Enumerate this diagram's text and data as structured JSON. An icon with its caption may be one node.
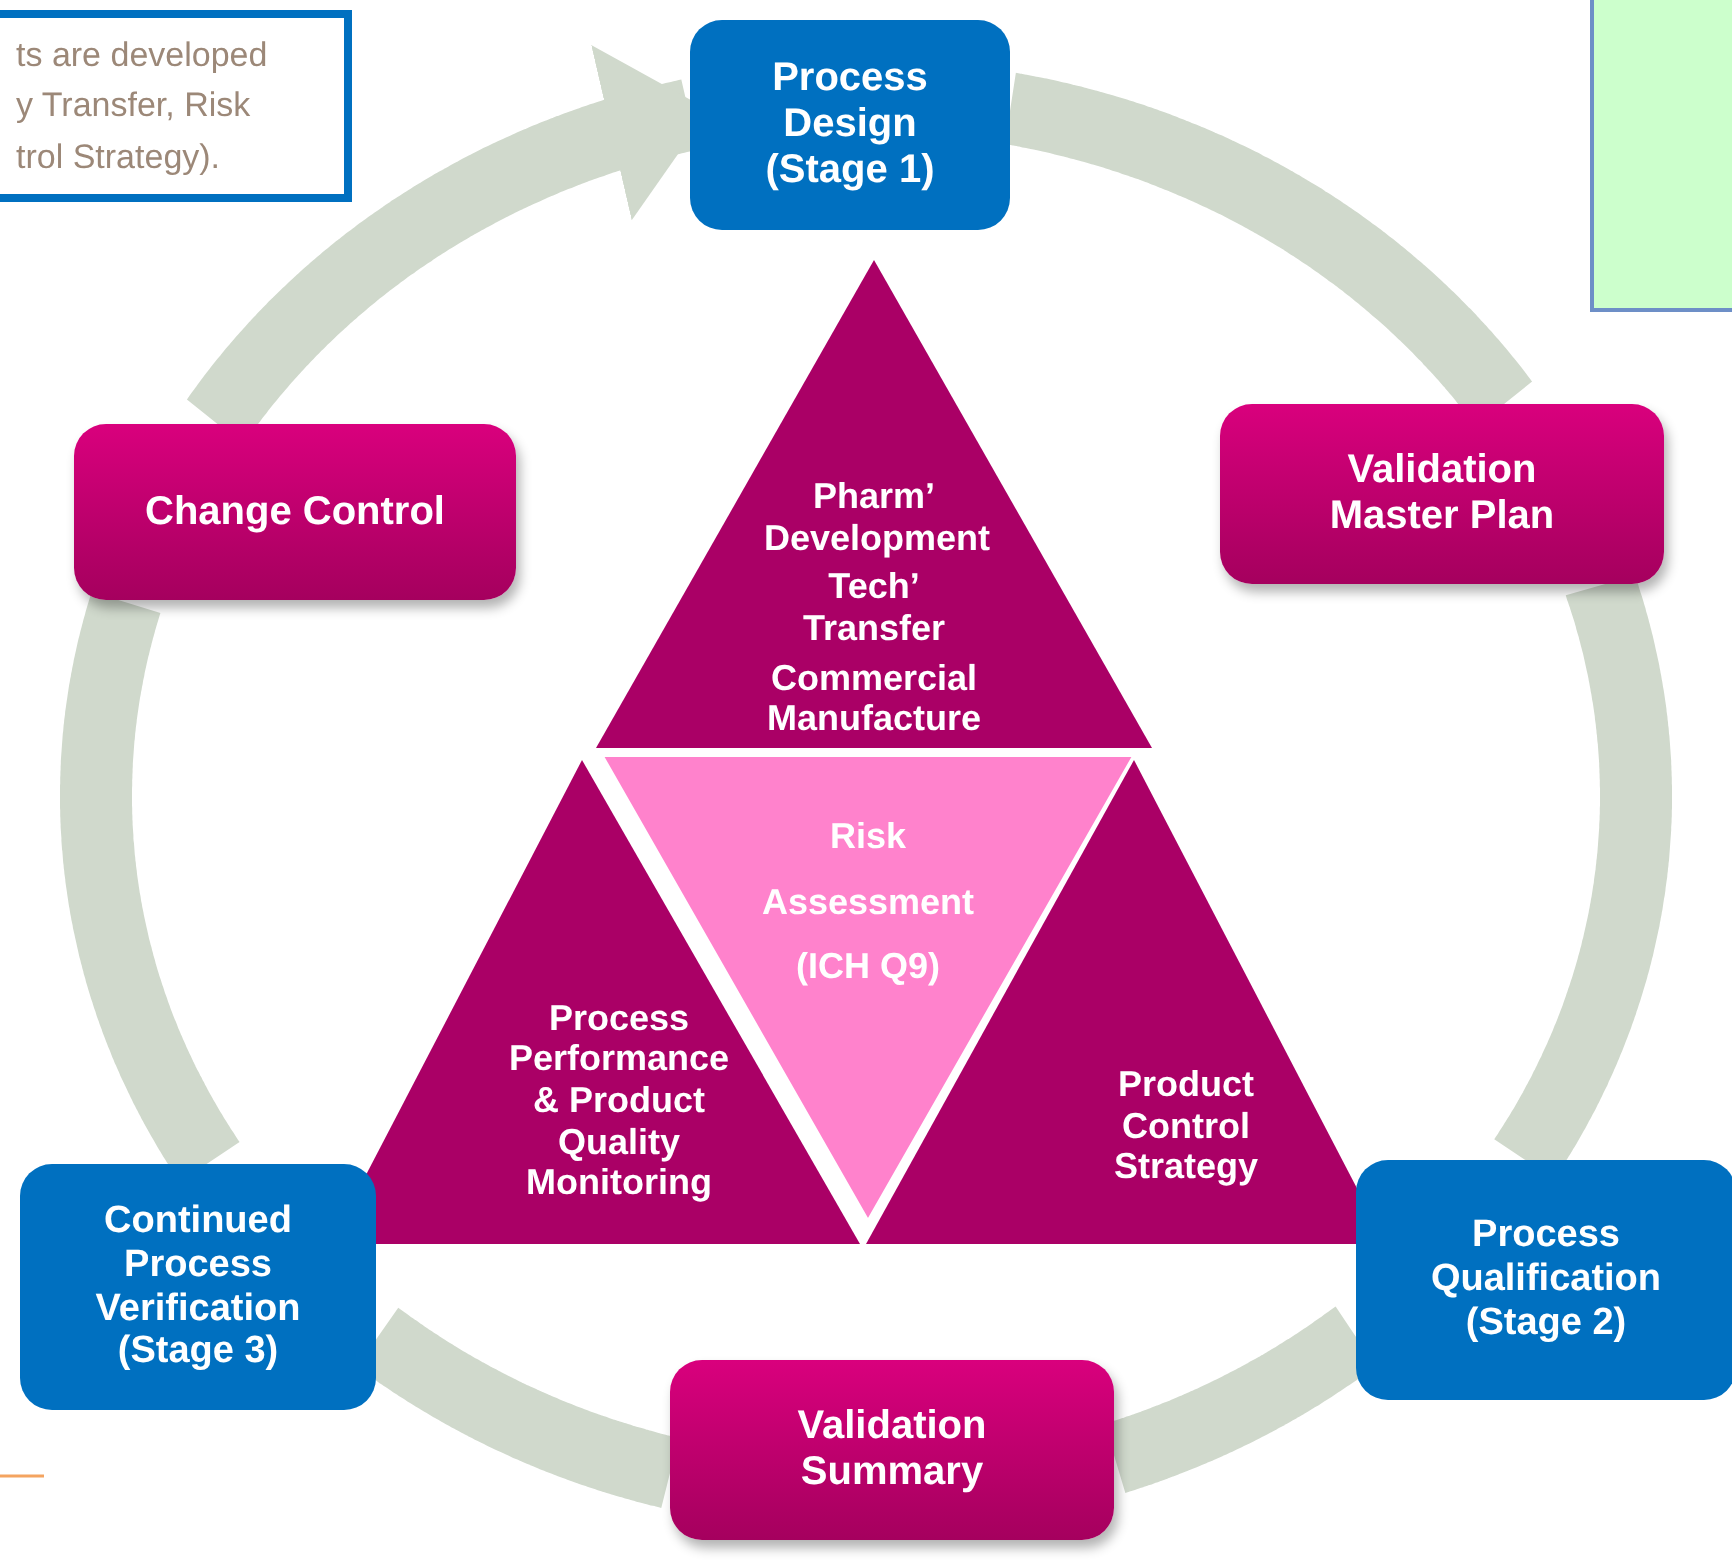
{
  "diagram": {
    "nodes": [
      {
        "text": [
          "ts are developed y Transfer, Risk trol Strategy)."
        ]
      },
      {
        "text": [
          "Process Design (Stage 1)"
        ]
      },
      {
        "text": [],
        "shape": "box"
      },
      {
        "text": [
          "Change Control"
        ]
      },
      {
        "text": [
          "Validation Master Plan"
        ]
      },
      {
        "text": [
          "Pharm’ Development",
          "Tech’ Transfer",
          "Commercial Manufacture"
        ]
      },
      {
        "text": [
          "Risk",
          "Assessment",
          "(ICH Q9)"
        ]
      },
      {
        "text": [
          "Process Performance & Product Quality Monitoring"
        ]
      },
      {
        "text": [
          "Product Control Strategy"
        ]
      },
      {
        "text": [
          "Continued Process Verification (Stage 3)"
        ]
      },
      {
        "text": [
          "Process Qualification (Stage 2)"
        ]
      },
      {
        "text": [
          "Validation Summary"
        ]
      }
    ],
    "edges": [
      {
        "from": 1,
        "to": 4,
        "arrow": "none"
      },
      {
        "from": 4,
        "to": 10,
        "arrow": "none"
      },
      {
        "from": 10,
        "to": 11,
        "arrow": "none"
      },
      {
        "from": 11,
        "to": 9,
        "arrow": "none"
      },
      {
        "from": 9,
        "to": 3,
        "arrow": "none"
      },
      {
        "from": 3,
        "to": 1,
        "arrow": "to"
      }
    ]
  }
}
